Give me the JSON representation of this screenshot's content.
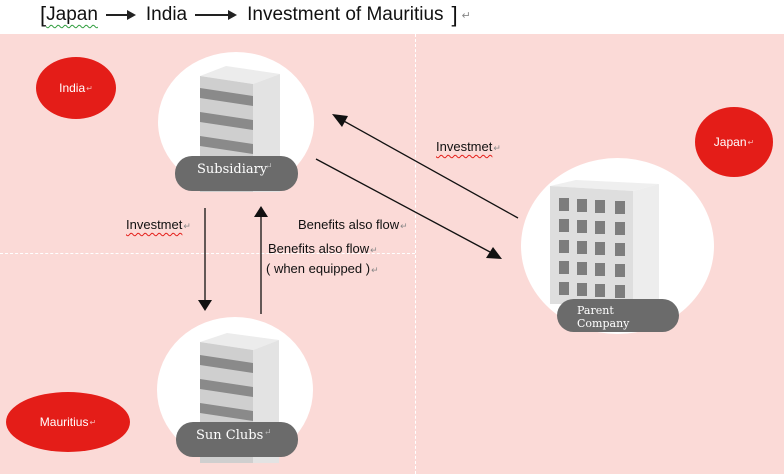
{
  "title": {
    "open_bracket": "[",
    "from": "Japan",
    "via": "India",
    "to": "Investment of Mauritius",
    "close_bracket": "]"
  },
  "regions": {
    "india": "India",
    "japan": "Japan",
    "mauritius": "Mauritius"
  },
  "nodes": {
    "subsidiary": "Subsidiary",
    "parent_company": "Parent Company",
    "sun_clubs": "Sun Clubs"
  },
  "flows": {
    "investment_japan_to_india": "Investmet",
    "benefits_india_to_japan": "Benefits also flow",
    "investment_india_to_mauritius": "Investmet",
    "benefits_mauritius_to_india": "Benefits also flow",
    "benefits_condition": "( when equipped )"
  },
  "colors": {
    "background": "#fbdad7",
    "region_marker": "#e41d18",
    "node_label": "#6b6b6b"
  }
}
